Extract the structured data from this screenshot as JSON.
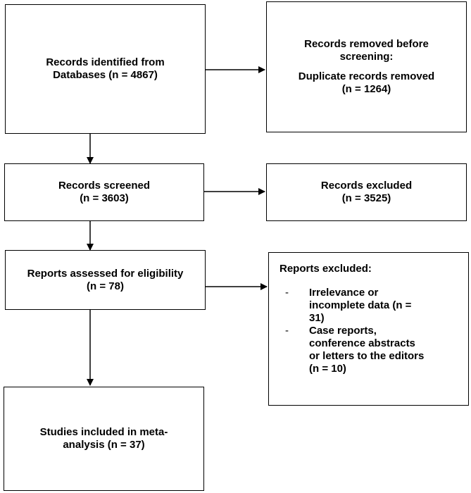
{
  "boxes": {
    "identified": {
      "lines": [
        "Records identified from",
        "Databases (n = 4867)"
      ]
    },
    "removed": {
      "lines": [
        "Records removed before",
        "screening:",
        "Duplicate records removed",
        "(n = 1264)"
      ]
    },
    "screened": {
      "lines": [
        "Records screened",
        "(n = 3603)"
      ]
    },
    "excluded": {
      "lines": [
        "Records excluded",
        "(n = 3525)"
      ]
    },
    "assessed": {
      "lines": [
        "Reports assessed for eligibility",
        "(n = 78)"
      ]
    },
    "reports_excluded": {
      "title": "Reports excluded:",
      "items": [
        {
          "dash": "-",
          "lines": [
            "Irrelevance or",
            "incomplete data (n =",
            "31)"
          ]
        },
        {
          "dash": "-",
          "lines": [
            "Case reports,",
            "conference abstracts",
            "or letters to the editors",
            "(n = 10)"
          ]
        }
      ]
    },
    "included": {
      "lines": [
        "Studies included in meta-",
        "analysis (n = 37)"
      ]
    }
  }
}
